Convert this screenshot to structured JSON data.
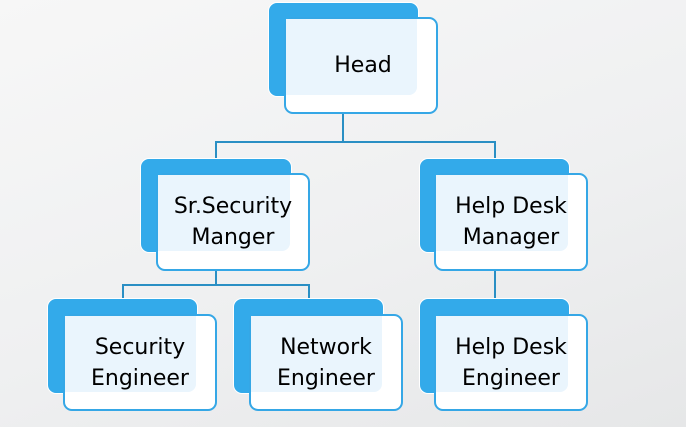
{
  "diagram": {
    "type": "org-chart",
    "colors": {
      "accent": "#33aaea",
      "border": "#35a7e6",
      "connector": "#2a8fc4",
      "text": "#000000"
    },
    "nodes": {
      "head": {
        "line1": "Head",
        "line2": ""
      },
      "sr_security_manager": {
        "line1": "Sr.Security",
        "line2": "Manger"
      },
      "help_desk_manager": {
        "line1": "Help Desk",
        "line2": "Manager"
      },
      "security_engineer": {
        "line1": "Security",
        "line2": "Engineer"
      },
      "network_engineer": {
        "line1": "Network",
        "line2": "Engineer"
      },
      "help_desk_engineer": {
        "line1": "Help Desk",
        "line2": "Engineer"
      }
    },
    "edges": [
      [
        "head",
        "sr_security_manager"
      ],
      [
        "head",
        "help_desk_manager"
      ],
      [
        "sr_security_manager",
        "security_engineer"
      ],
      [
        "sr_security_manager",
        "network_engineer"
      ],
      [
        "help_desk_manager",
        "help_desk_engineer"
      ]
    ]
  }
}
